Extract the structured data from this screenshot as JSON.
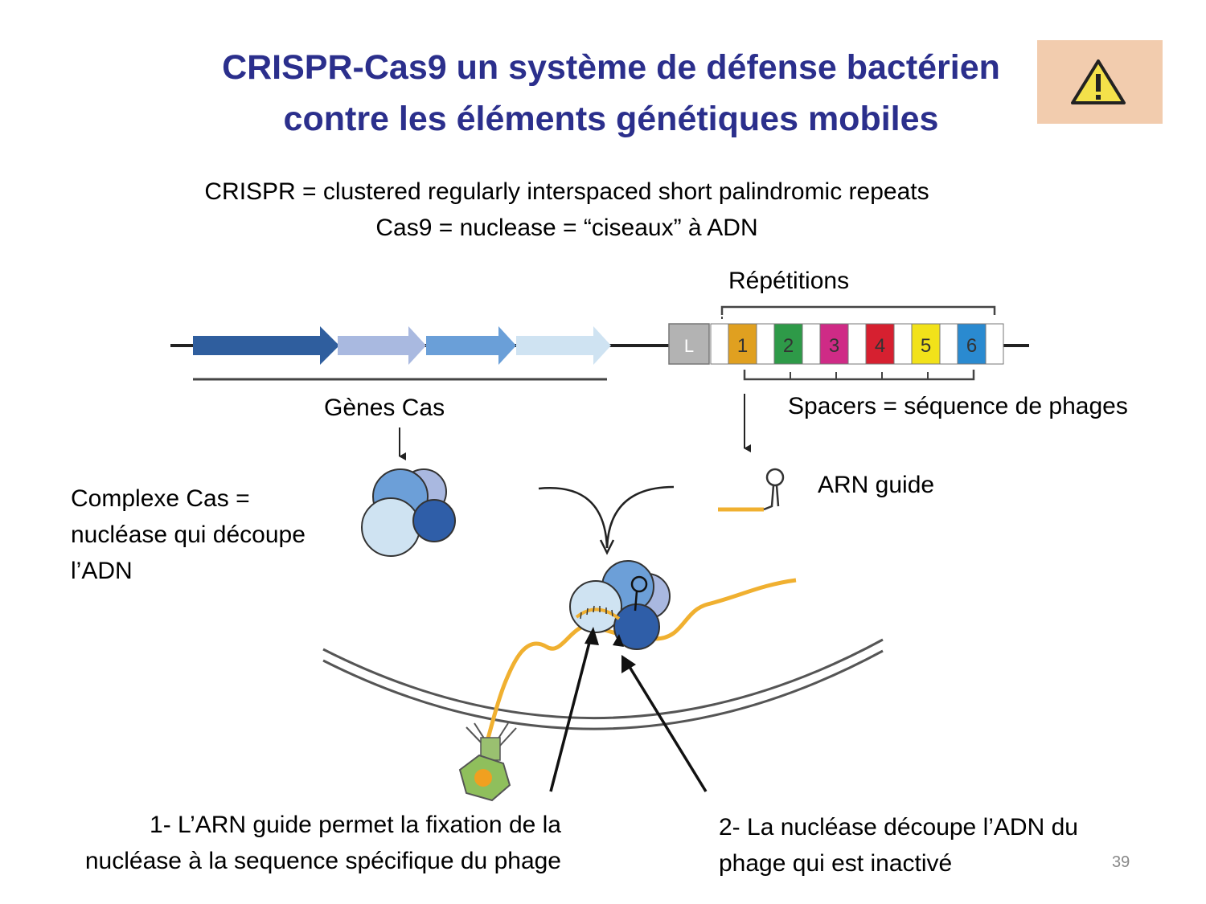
{
  "title": {
    "line1": "CRISPR-Cas9 un système de défense bactérien",
    "line2": "contre les éléments génétiques mobiles"
  },
  "warning_icon": "warning-triangle-icon",
  "definitions": {
    "crispr": "CRISPR = clustered regularly interspaced short palindromic repeats",
    "cas9": "Cas9 = nuclease = “ciseaux” à ADN"
  },
  "labels": {
    "repetitions": "Répétitions",
    "cas_genes": "Gènes Cas",
    "spacers": "Spacers =  séquence de phages",
    "guide_rna": "ARN guide",
    "complex_line1": "Complexe Cas =",
    "complex_line2": "nucléase qui découpe",
    "complex_line3": "l’ADN"
  },
  "array": {
    "leader": "L",
    "spacers": [
      {
        "label": "1",
        "color": "#e0a020"
      },
      {
        "label": "2",
        "color": "#2e9a48"
      },
      {
        "label": "3",
        "color": "#cf2b86"
      },
      {
        "label": "4",
        "color": "#d62030"
      },
      {
        "label": "5",
        "color": "#f2e21a"
      },
      {
        "label": "6",
        "color": "#2a8ad0"
      }
    ]
  },
  "steps": {
    "step1_line1": "1- L’ARN guide permet la fixation de la",
    "step1_line2": "nucléase à la sequence spécifique du phage",
    "step2_line1": "2- La nucléase découpe l’ADN du",
    "step2_line2": "phage qui est inactivé"
  },
  "page_number": "39"
}
